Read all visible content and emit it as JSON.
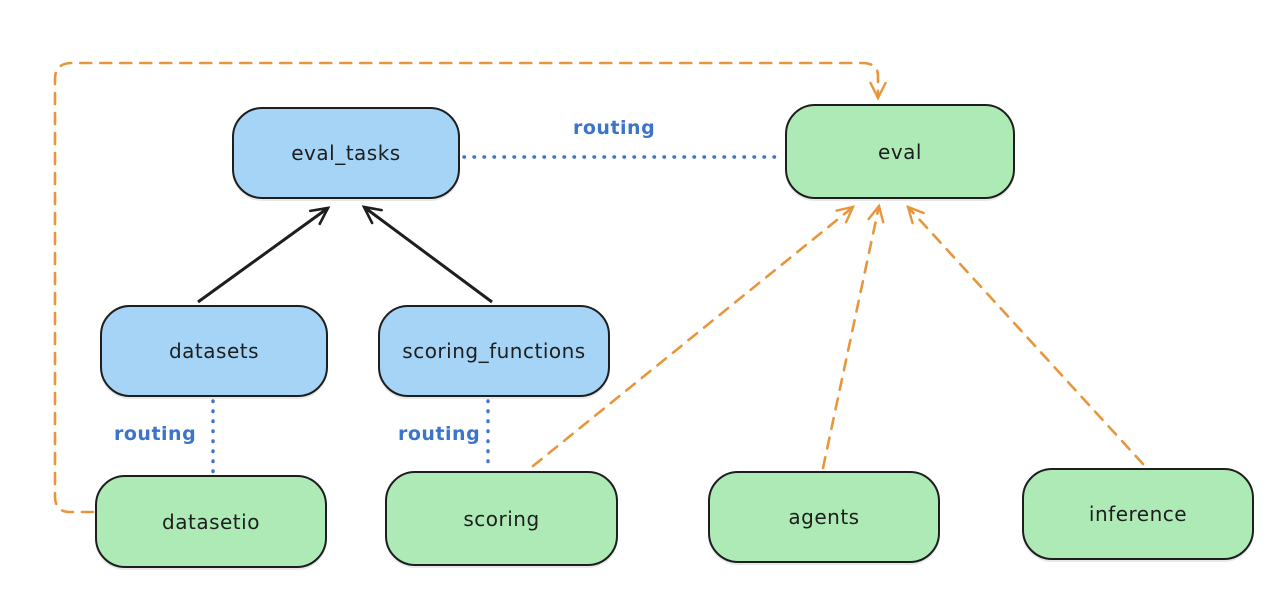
{
  "diagram": {
    "kind": "architecture-flow-diagram",
    "colors": {
      "node_blue_fill": "#a5d4f6",
      "node_green_fill": "#aeeab6",
      "node_border": "#1e1e1e",
      "routing_blue": "#3b74c9",
      "flow_orange": "#e8963d",
      "arrow_black": "#1e1e1e",
      "background": "#ffffff"
    },
    "nodes": [
      {
        "id": "eval_tasks",
        "label": "eval_tasks",
        "kind": "blue"
      },
      {
        "id": "eval",
        "label": "eval",
        "kind": "green"
      },
      {
        "id": "datasets",
        "label": "datasets",
        "kind": "blue"
      },
      {
        "id": "scoring_functions",
        "label": "scoring_functions",
        "kind": "blue"
      },
      {
        "id": "datasetio",
        "label": "datasetio",
        "kind": "green"
      },
      {
        "id": "scoring",
        "label": "scoring",
        "kind": "green"
      },
      {
        "id": "agents",
        "label": "agents",
        "kind": "green"
      },
      {
        "id": "inference",
        "label": "inference",
        "kind": "green"
      }
    ],
    "edges": [
      {
        "from": "datasets",
        "to": "eval_tasks",
        "style": "solid-black-arrow",
        "label": ""
      },
      {
        "from": "scoring_functions",
        "to": "eval_tasks",
        "style": "solid-black-arrow",
        "label": ""
      },
      {
        "from": "eval_tasks",
        "to": "eval",
        "style": "dotted-blue",
        "label": "routing"
      },
      {
        "from": "datasets",
        "to": "datasetio",
        "style": "dotted-blue",
        "label": "routing"
      },
      {
        "from": "scoring_functions",
        "to": "scoring",
        "style": "dotted-blue",
        "label": "routing"
      },
      {
        "from": "datasetio",
        "to": "eval",
        "style": "dashed-orange-arrow-loop",
        "label": ""
      },
      {
        "from": "scoring",
        "to": "eval",
        "style": "dashed-orange-arrow",
        "label": ""
      },
      {
        "from": "agents",
        "to": "eval",
        "style": "dashed-orange-arrow",
        "label": ""
      },
      {
        "from": "inference",
        "to": "eval",
        "style": "dashed-orange-arrow",
        "label": ""
      }
    ]
  }
}
